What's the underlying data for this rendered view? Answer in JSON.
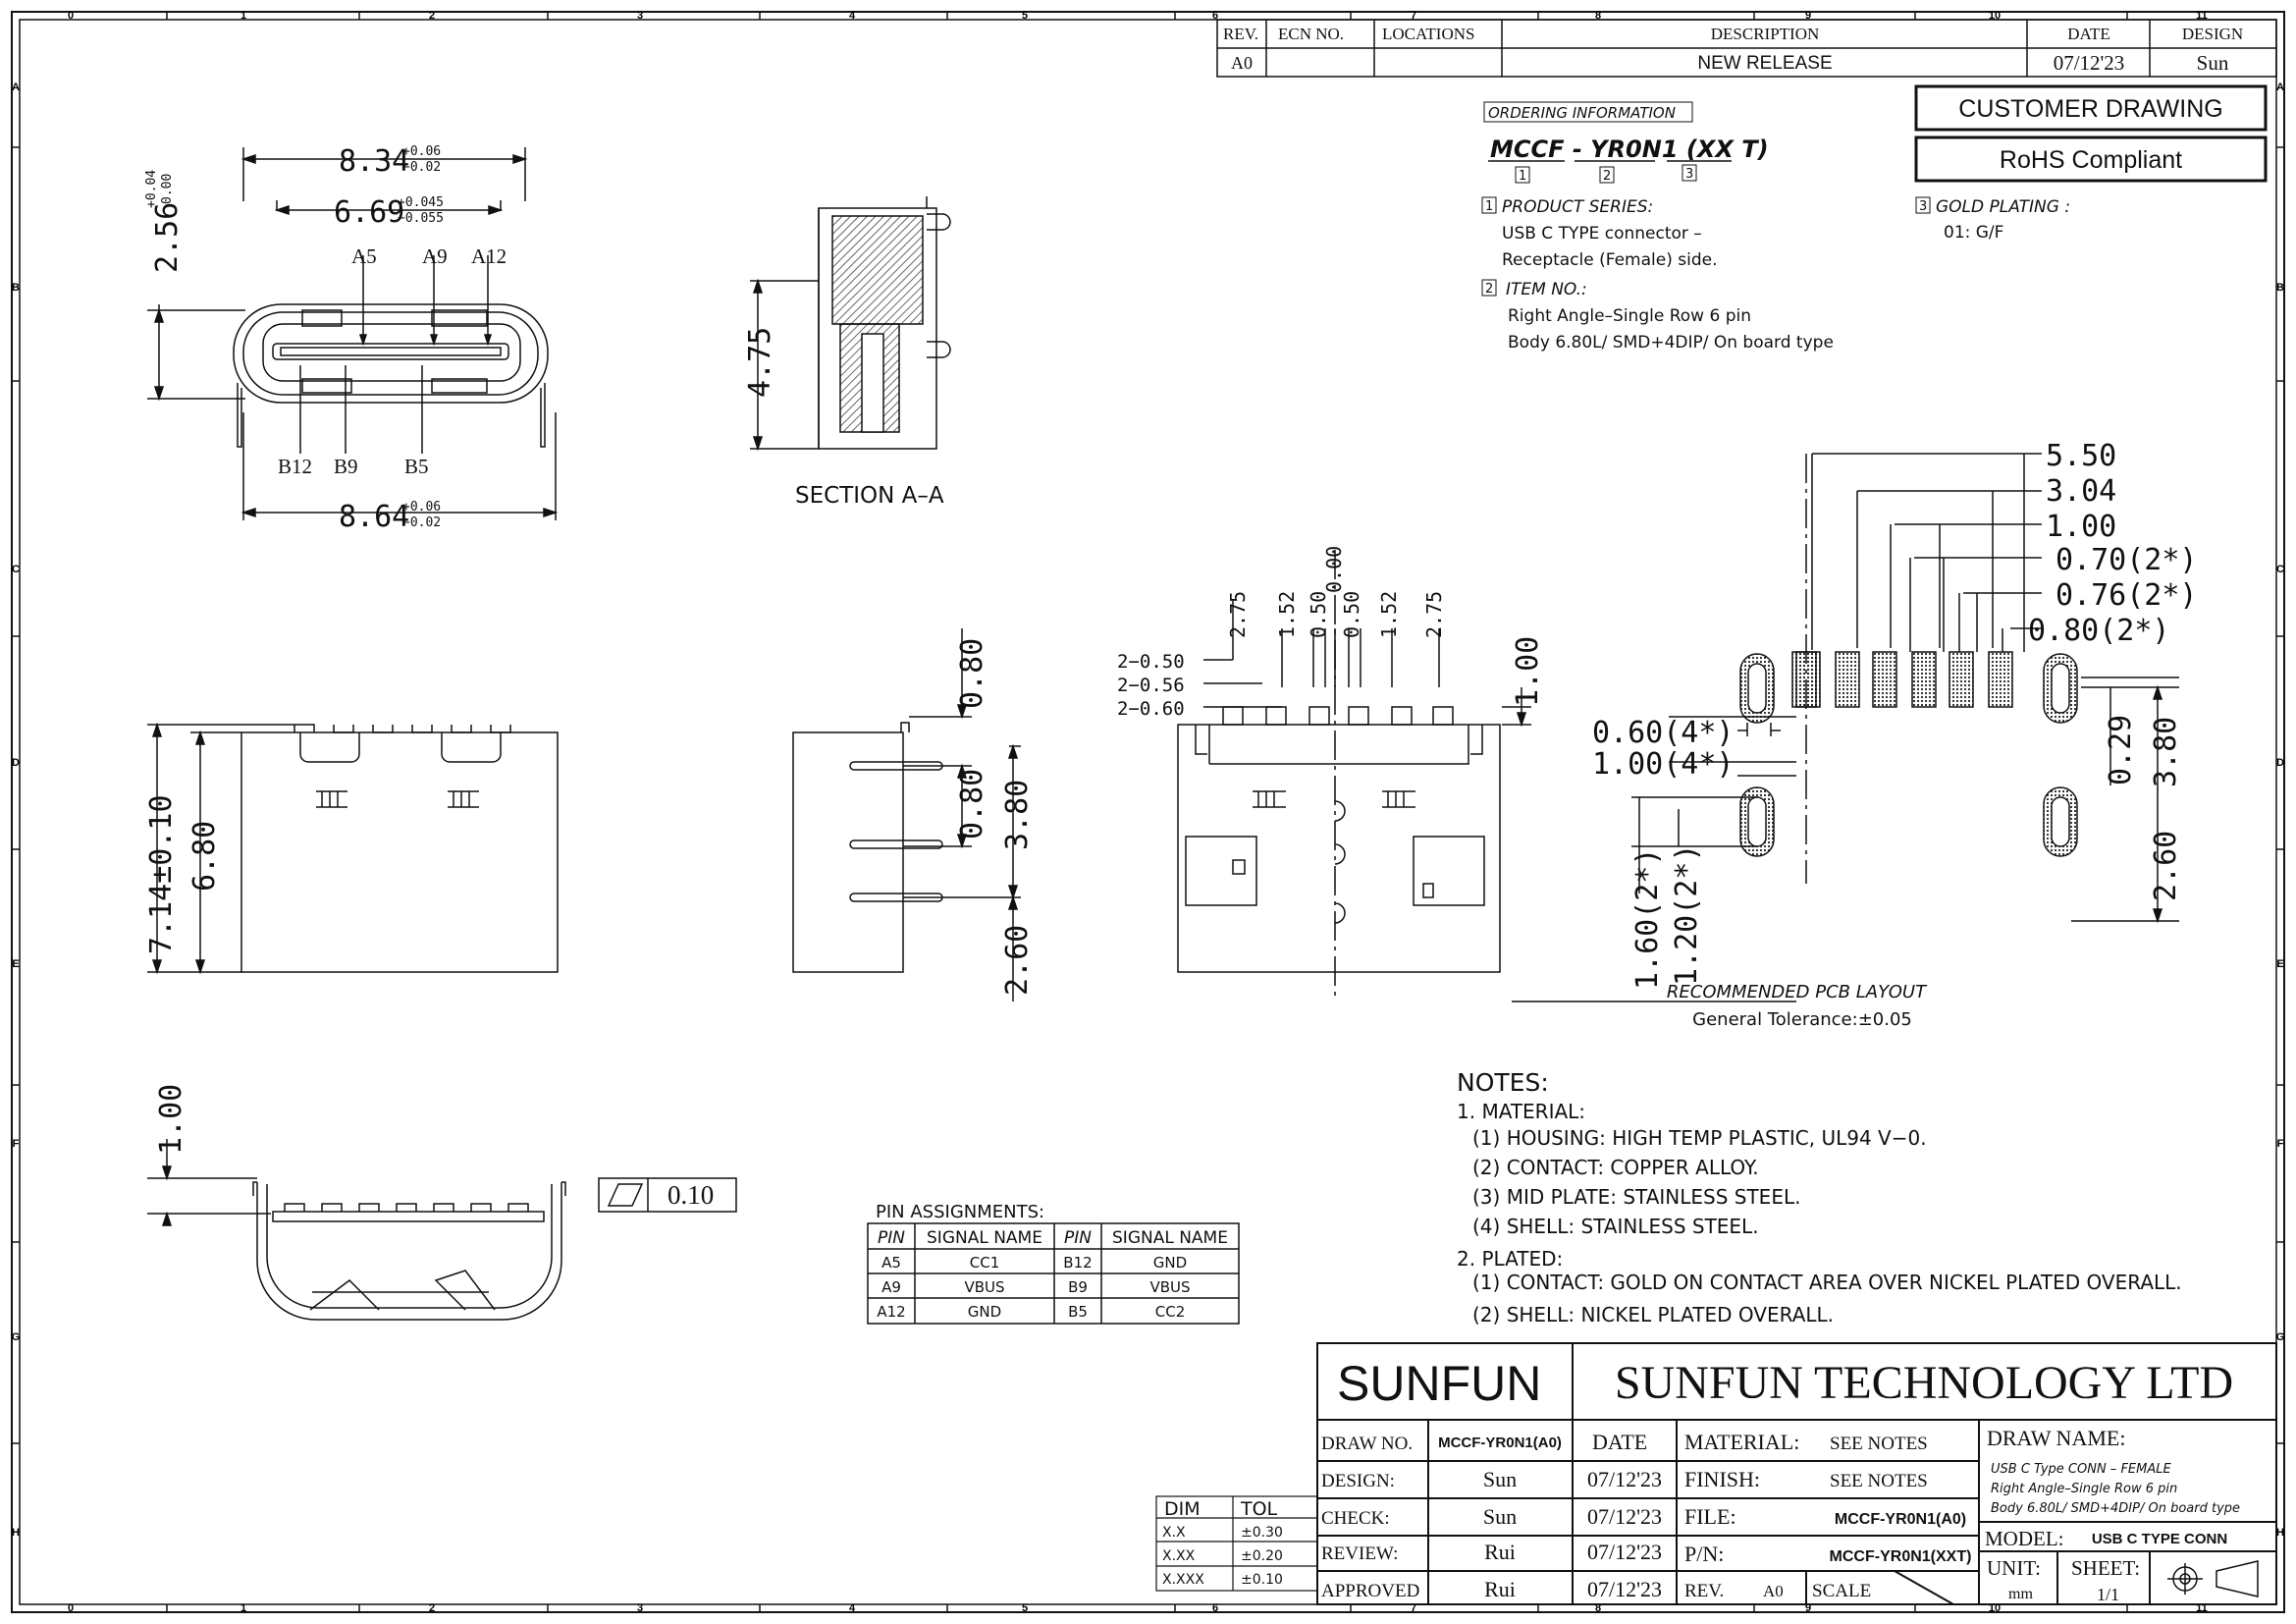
{
  "border": {
    "cols": [
      "0",
      "1",
      "2",
      "3",
      "4",
      "5",
      "6",
      "7",
      "8",
      "9",
      "10",
      "11"
    ],
    "rows": [
      "A",
      "B",
      "C",
      "D",
      "E",
      "F",
      "G",
      "H"
    ]
  },
  "revision": {
    "headers": [
      "REV.",
      "ECN NO.",
      "LOCATIONS",
      "DESCRIPTION",
      "DATE",
      "DESIGN"
    ],
    "row": {
      "rev": "A0",
      "ecn": "",
      "locations": "",
      "description": "NEW RELEASE",
      "date": "07/12'23",
      "design": "Sun"
    }
  },
  "banners": {
    "customer": "CUSTOMER DRAWING",
    "rohs": "RoHS Compliant"
  },
  "ordering": {
    "title": "ORDERING INFORMATION",
    "part": "MCCF - YR0N1  (XX T)",
    "markers": [
      "1",
      "2",
      "3"
    ],
    "series_label": "PRODUCT SERIES:",
    "series_lines": [
      "USB C TYPE connector –",
      "Receptacle (Female) side."
    ],
    "item_label": "ITEM NO.:",
    "item_lines": [
      "Right Angle–Single Row 6 pin",
      "Body 6.80L/ SMD+4DIP/ On board type"
    ],
    "plating_label": "GOLD PLATING :",
    "plating_value": "01: G/F"
  },
  "front_view": {
    "dim_top": "8.34",
    "dim_top_tol_plus": "+0.06",
    "dim_top_tol_minus": "−0.02",
    "dim_inner": "6.69",
    "dim_inner_tol_plus": "+0.045",
    "dim_inner_tol_minus": "−0.055",
    "dim_height": "2.56",
    "dim_height_tol_plus": "+0.04",
    "dim_height_tol_minus": "0.00",
    "dim_bottom": "8.64",
    "dim_bottom_tol_plus": "+0.06",
    "dim_bottom_tol_minus": "−0.02",
    "pins_top": [
      "A5",
      "A9",
      "A12"
    ],
    "pins_bottom": [
      "B12",
      "B9",
      "B5"
    ]
  },
  "section": {
    "label": "SECTION  A–A",
    "dim": "4.75"
  },
  "top_view": {
    "dim_total": "7.14±0.10",
    "dim_body": "6.80"
  },
  "side_view": {
    "dims": [
      "0.80",
      "0.80",
      "3.80",
      "2.60"
    ]
  },
  "bottom_view": {
    "top_labels": [
      "2.75",
      "1.52",
      "0.50",
      "0.00",
      "0.50",
      "1.52",
      "2.75"
    ],
    "left_labels": [
      "2−0.50",
      "2−0.56",
      "2−0.60"
    ],
    "right_dim": "1.00"
  },
  "pcb": {
    "dims_top": [
      "5.50",
      "3.04",
      "1.00",
      "0.70(2*)",
      "0.76(2*)",
      "0.80(2*)"
    ],
    "dims_left": [
      "0.60(4*)",
      "1.00(4*)"
    ],
    "dims_vert_left": [
      "1.60(2*)",
      "1.20(2*)"
    ],
    "dims_right": [
      "0.29",
      "3.80",
      "2.60"
    ],
    "title": "RECOMMENDED  PCB  LAYOUT",
    "tolerance": "General Tolerance:±0.05"
  },
  "end_view": {
    "dim": "1.00",
    "flatness": "0.10"
  },
  "notes": {
    "title": "NOTES:",
    "lines": [
      "1. MATERIAL:",
      "(1) HOUSING: HIGH TEMP PLASTIC, UL94 V−0.",
      "(2) CONTACT: COPPER ALLOY.",
      "(3) MID PLATE: STAINLESS STEEL.",
      "(4) SHELL: STAINLESS STEEL.",
      "2. PLATED:",
      "(1) CONTACT: GOLD ON CONTACT AREA OVER NICKEL PLATED OVERALL.",
      "(2) SHELL: NICKEL PLATED OVERALL."
    ]
  },
  "pin_assignments": {
    "title": "PIN  ASSIGNMENTS:",
    "headers": [
      "PIN",
      "SIGNAL NAME",
      "PIN",
      "SIGNAL NAME"
    ],
    "rows": [
      [
        "A5",
        "CC1",
        "B12",
        "GND"
      ],
      [
        "A9",
        "VBUS",
        "B9",
        "VBUS"
      ],
      [
        "A12",
        "GND",
        "B5",
        "CC2"
      ]
    ]
  },
  "tolerance_table": {
    "headers": [
      "DIM",
      "TOL"
    ],
    "rows": [
      [
        "X.X",
        "±0.30"
      ],
      [
        "X.XX",
        "±0.20"
      ],
      [
        "X.XXX",
        "±0.10"
      ]
    ]
  },
  "title_block": {
    "logo": "SUNFUN",
    "company": "SUNFUN  TECHNOLOGY  LTD",
    "draw_no_label": "DRAW NO.",
    "draw_no": "MCCF-YR0N1(A0)",
    "date_label": "DATE",
    "design_label": "DESIGN:",
    "design": "Sun",
    "design_date": "07/12'23",
    "check_label": "CHECK:",
    "check": "Sun",
    "check_date": "07/12'23",
    "review_label": "REVIEW:",
    "review": "Rui",
    "review_date": "07/12'23",
    "approved_label": "APPROVED",
    "approved": "Rui",
    "approved_date": "07/12'23",
    "material_label": "MATERIAL:",
    "material": "SEE NOTES",
    "finish_label": "FINISH:",
    "finish": "SEE NOTES",
    "file_label": "FILE:",
    "file": "MCCF-YR0N1(A0)",
    "pn_label": "P/N:",
    "pn": "MCCF-YR0N1(XXT)",
    "rev_label": "REV.",
    "rev": "A0",
    "scale_label": "SCALE",
    "draw_name_label": "DRAW NAME:",
    "draw_name_lines": [
      "USB C Type CONN – FEMALE",
      "Right Angle–Single Row 6 pin",
      "Body 6.80L/ SMD+4DIP/ On board type"
    ],
    "model_label": "MODEL:",
    "model": "USB C TYPE CONN",
    "unit_label": "UNIT:",
    "unit": "mm",
    "sheet_label": "SHEET:",
    "sheet": "1/1"
  }
}
